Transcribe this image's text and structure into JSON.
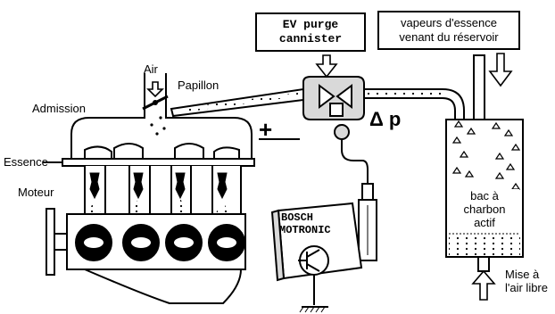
{
  "labels": {
    "air": "Air",
    "papillon": "Papillon",
    "admission": "Admission",
    "essence": "Essence",
    "moteur": "Moteur",
    "ev_purge_line1": "EV purge",
    "ev_purge_line2": "cannister",
    "vapeurs_line1": "vapeurs d'essence",
    "vapeurs_line2": "venant du réservoir",
    "plus_sign": "+",
    "delta_p": "Δ p",
    "bosch_line1": "BOSCH",
    "bosch_line2": "MOTRONIC",
    "bac_line1": "bac à",
    "bac_line2": "charbon",
    "bac_line3": "actif",
    "mise_line1": "Mise à",
    "mise_line2": "l'air libre"
  },
  "colors": {
    "ink": "#000000",
    "background": "#ffffff",
    "shade": "#d9d9d9"
  }
}
